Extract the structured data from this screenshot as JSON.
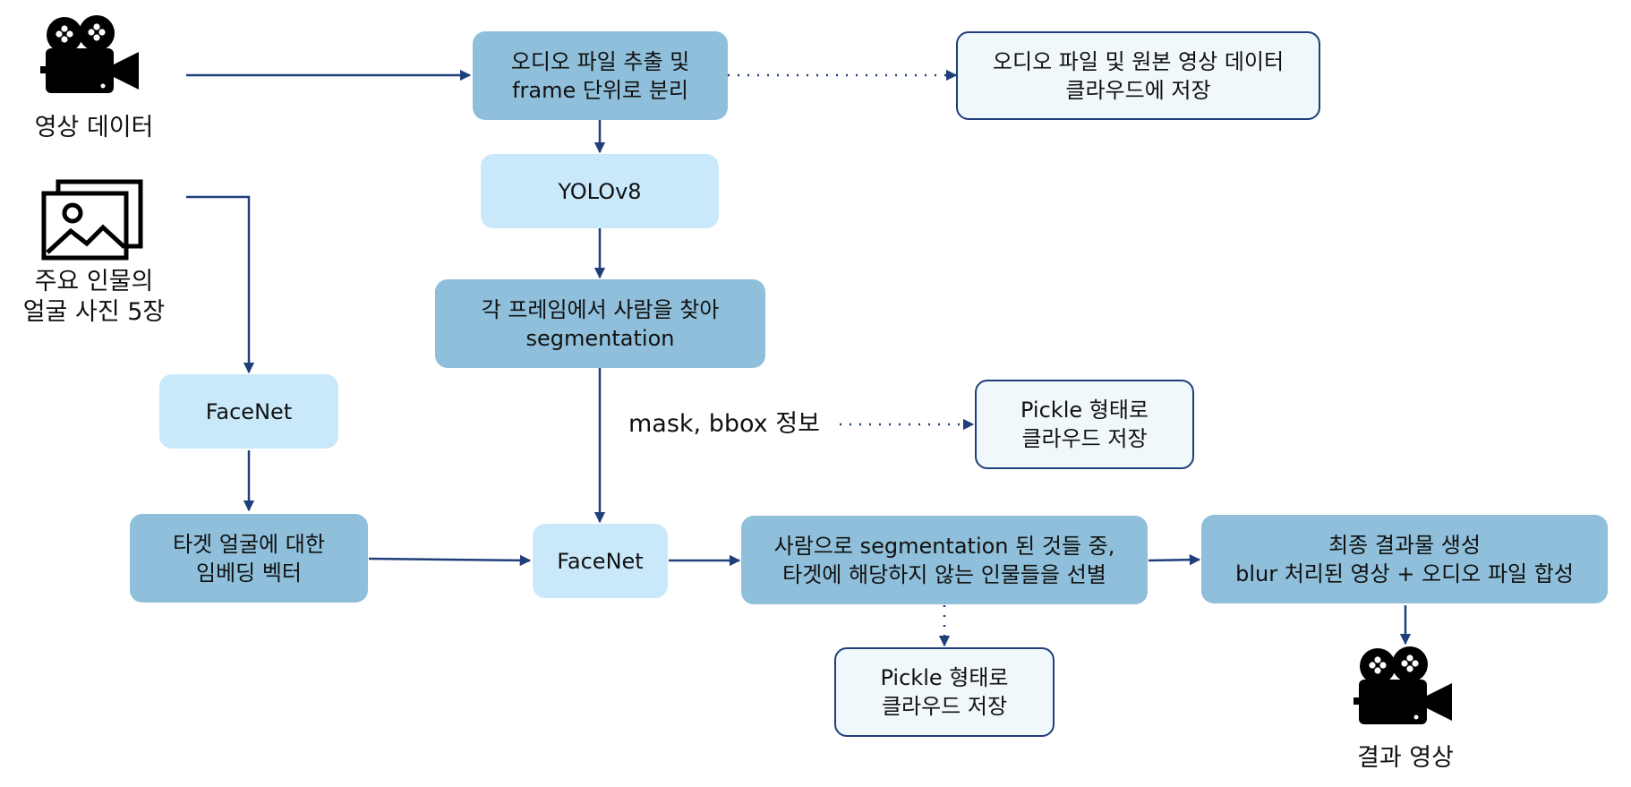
{
  "inputs": {
    "video": {
      "label": "영상 데이터",
      "icon": "movie-camera-icon"
    },
    "photos": {
      "label_lines": [
        "주요 인물의",
        "얼굴 사진 5장"
      ],
      "icon": "image-gallery-icon"
    }
  },
  "nodes": {
    "audio_extract": {
      "lines": [
        "오디오 파일 추출 및",
        "frame 단위로 분리"
      ]
    },
    "cloud_store_original": {
      "lines": [
        "오디오 파일 및 원본 영상 데이터",
        "클라우드에 저장"
      ]
    },
    "yolo": {
      "lines": [
        "YOLOv8"
      ]
    },
    "segmentation": {
      "lines": [
        "각 프레임에서 사람을 찾아",
        "segmentation"
      ]
    },
    "pickle_store_mask": {
      "lines": [
        "Pickle 형태로",
        "클라우드 저장"
      ]
    },
    "facenet_left": {
      "lines": [
        "FaceNet"
      ]
    },
    "target_embedding": {
      "lines": [
        "타겟 얼굴에 대한",
        "임베딩 벡터"
      ]
    },
    "facenet_center": {
      "lines": [
        "FaceNet"
      ]
    },
    "select_people": {
      "lines": [
        "사람으로 segmentation 된 것들 중,",
        "타겟에 해당하지 않는 인물들을 선별"
      ]
    },
    "final_output": {
      "lines": [
        "최종 결과물 생성",
        "blur 처리된 영상 + 오디오 파일 합성"
      ]
    },
    "pickle_store_select": {
      "lines": [
        "Pickle 형태로",
        "클라우드 저장"
      ]
    }
  },
  "edge_labels": {
    "mask_bbox": "mask, bbox 정보"
  },
  "outputs": {
    "result_video": {
      "label": "결과 영상",
      "icon": "movie-camera-icon"
    }
  },
  "colors": {
    "process": "#8fbfda",
    "model": "#c9e9fb",
    "storage": "#f1f8fc",
    "arrow": "#1f3f7a"
  }
}
